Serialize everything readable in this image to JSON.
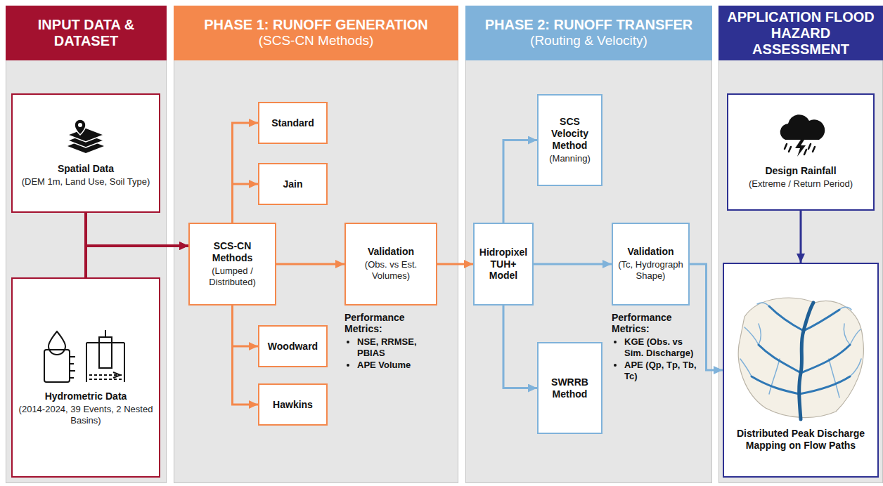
{
  "diagram": {
    "nodes": [
      {
        "text": [
          "INPUT DATA & DATASET"
        ]
      },
      {
        "text": [
          "Spatial Data",
          "(DEM 1m, Land Use, Soil Type)"
        ],
        "in": 0
      },
      {
        "text": [
          "Hydrometric Data",
          "(2014-2024, 39 Events, 2 Nested Basins)"
        ],
        "in": 0
      },
      {
        "text": [
          "PHASE 1: RUNOFF GENERATION",
          "(SCS-CN Methods)"
        ]
      },
      {
        "text": [
          "Standard"
        ],
        "in": 3
      },
      {
        "text": [
          "Jain"
        ],
        "in": 3
      },
      {
        "text": [
          "SCS-CN Methods",
          "(Lumped / Distributed)"
        ],
        "in": 3
      },
      {
        "text": [
          "Validation",
          "(Obs. vs Est. Volumes)"
        ],
        "in": 3
      },
      {
        "text": [
          "Woodward"
        ],
        "in": 3
      },
      {
        "text": [
          "Hawkins"
        ],
        "in": 3
      },
      {
        "text": [
          "PHASE 2: RUNOFF TRANSFER",
          "(Routing & Velocity)"
        ]
      },
      {
        "text": [
          "SCS Velocity Method",
          "(Manning)"
        ],
        "in": 10
      },
      {
        "text": [
          "Hidropixel TUH+ Model"
        ],
        "in": 10
      },
      {
        "text": [
          "Validation",
          "(Tc, Hydrograph Shape)"
        ],
        "in": 10
      },
      {
        "text": [
          "SWRRB Method"
        ],
        "in": 10
      },
      {
        "text": [
          "APPLICATION FLOOD HAZARD ASSESSMENT"
        ]
      },
      {
        "text": [
          "Design Rainfall",
          "(Extreme / Return Period)"
        ],
        "in": 15
      },
      {
        "text": [
          "Distributed Peak Discharge Mapping on Flow Paths"
        ],
        "in": 15
      }
    ],
    "edges": [
      {
        "from": 1,
        "to": 6,
        "arrow": "to"
      },
      {
        "from": 2,
        "to": 6,
        "arrow": "to"
      },
      {
        "from": 6,
        "to": 4,
        "arrow": "to"
      },
      {
        "from": 6,
        "to": 5,
        "arrow": "to"
      },
      {
        "from": 6,
        "to": 8,
        "arrow": "to"
      },
      {
        "from": 6,
        "to": 9,
        "arrow": "to"
      },
      {
        "from": 6,
        "to": 7,
        "arrow": "to"
      },
      {
        "from": 7,
        "to": 12,
        "arrow": "to"
      },
      {
        "from": 12,
        "to": 11,
        "arrow": "to"
      },
      {
        "from": 12,
        "to": 14,
        "arrow": "to"
      },
      {
        "from": 12,
        "to": 13,
        "arrow": "to"
      },
      {
        "from": 13,
        "to": 17,
        "arrow": "to"
      },
      {
        "from": 16,
        "to": 17,
        "arrow": "to"
      }
    ],
    "labels": [
      "Performance Metrics:",
      "NSE, RRMSE, PBIAS",
      "APE Volume",
      "Performance Metrics:",
      "KGE (Obs. vs Sim. Discharge)",
      "APE (Qp, Tp, Tb, Tc)"
    ]
  }
}
